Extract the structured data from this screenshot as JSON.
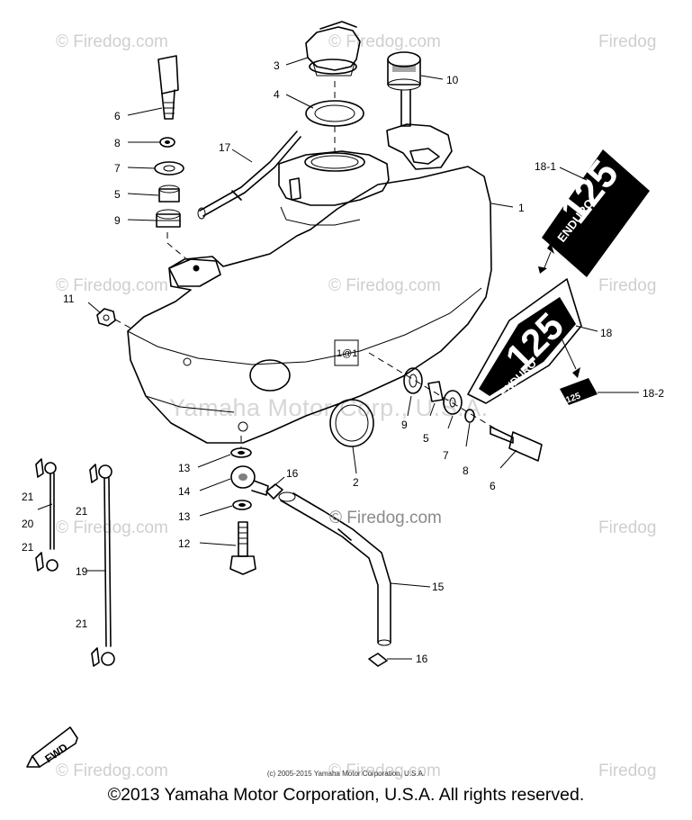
{
  "diagram": {
    "callouts": {
      "c1": "1",
      "c2": "2",
      "c3": "3",
      "c4": "4",
      "c5a": "5",
      "c5b": "5",
      "c6a": "6",
      "c6b": "6",
      "c7a": "7",
      "c7b": "7",
      "c8a": "8",
      "c8b": "8",
      "c9a": "9",
      "c9b": "9",
      "c10": "10",
      "c11": "11",
      "c12": "12",
      "c13a": "13",
      "c13b": "13",
      "c14": "14",
      "c15": "15",
      "c16a": "16",
      "c16b": "16",
      "c17": "17",
      "c18": "18",
      "c18_1": "18-1",
      "c18_2": "18-2",
      "c19": "19",
      "c20": "20",
      "c21a": "21",
      "c21b": "21",
      "c21c": "21",
      "c21d": "21"
    },
    "decal_text": {
      "top_number": "125",
      "top_word": "ENDURO",
      "bottom_number": "125",
      "bottom_word": "ENDURO",
      "small_label": "125"
    },
    "tank_mark": "1@1",
    "fwd_label": "FWD"
  },
  "watermarks": {
    "firedog": "© Firedog.com",
    "firedog_cut_left": "© Firedog",
    "firedog_cut_right": "Firedog",
    "firedog_center": "© Firedog.com",
    "yamaha_bg": "Yamaha Motor Corp., U.S.A."
  },
  "footer": {
    "small_copyright": "(c) 2005-2015 Yamaha Motor Corporation, U.S.A.",
    "copyright": "©2013 Yamaha Motor Corporation, U.S.A. All rights reserved."
  }
}
